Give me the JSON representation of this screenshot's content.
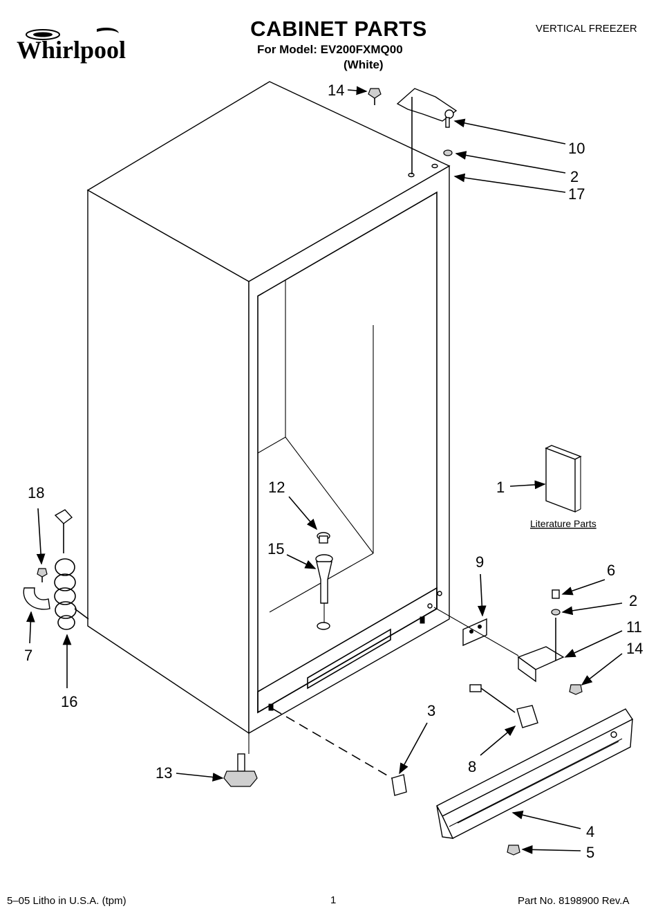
{
  "header": {
    "brand": "Whirlpool",
    "title": "CABINET PARTS",
    "model_line": "For Model: EV200FXMQ00",
    "color_line": "(White)",
    "category": "VERTICAL FREEZER"
  },
  "diagram": {
    "callouts": {
      "c1": "1",
      "c2a": "2",
      "c2b": "2",
      "c3": "3",
      "c4": "4",
      "c5": "5",
      "c6": "6",
      "c7": "7",
      "c8": "8",
      "c9": "9",
      "c10": "10",
      "c11": "11",
      "c12": "12",
      "c13": "13",
      "c14a": "14",
      "c14b": "14",
      "c15": "15",
      "c16": "16",
      "c17": "17",
      "c18": "18"
    },
    "literature_label": "Literature Parts"
  },
  "footer": {
    "left": "5–05 Litho in U.S.A. (tpm)",
    "page": "1",
    "right": "Part No. 8198900 Rev.A"
  }
}
